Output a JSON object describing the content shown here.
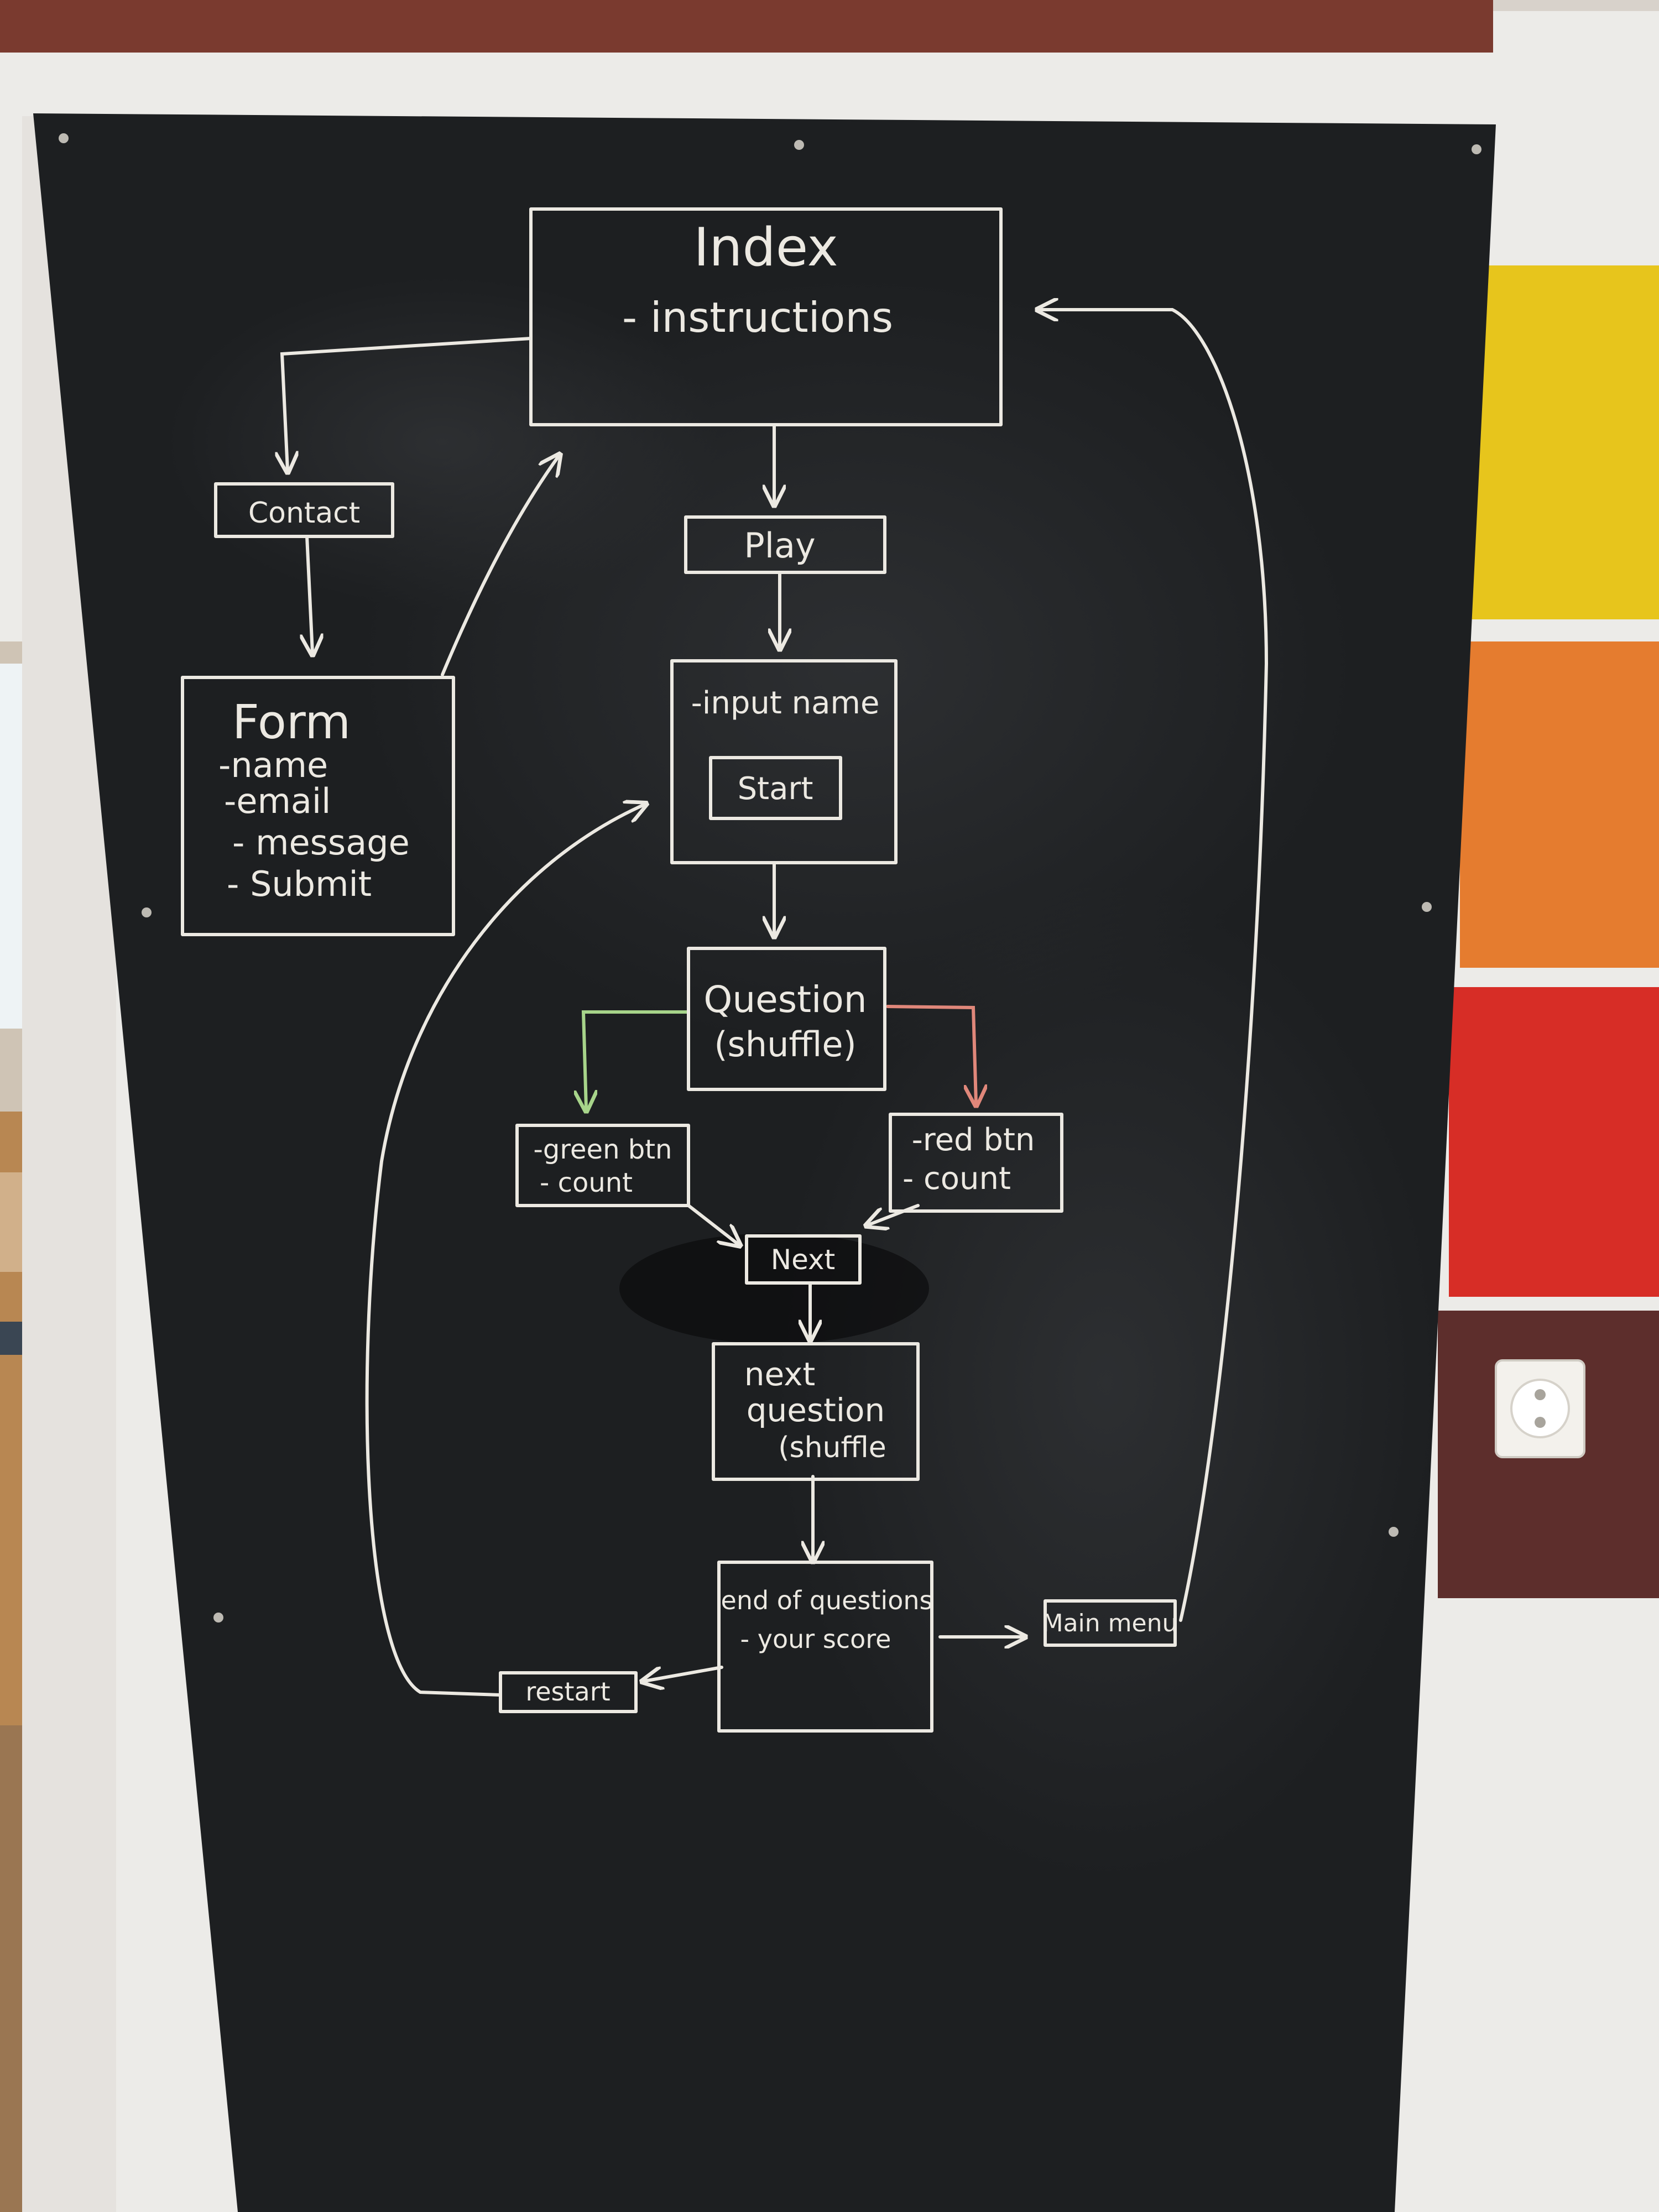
{
  "colors": {
    "chalkboard": "#1d1f21",
    "chalk": "#ece9e2",
    "chalk_green": "#a7d48a",
    "chalk_red": "#e0877a",
    "wall": "#ecebe8",
    "stripe_yellow": "#e7c51c",
    "stripe_orange": "#e57c2f",
    "stripe_red": "#d72d26",
    "stripe_brown": "#5d2e2c"
  },
  "flowchart": {
    "index": {
      "title": "Index",
      "lines": [
        "- instructions"
      ]
    },
    "contact": {
      "label": "Contact"
    },
    "form": {
      "title": "Form",
      "lines": [
        "-name",
        "-email",
        "- message",
        "- Submit"
      ]
    },
    "play": {
      "label": "Play"
    },
    "input": {
      "lines": [
        "-input name"
      ],
      "button": "Start"
    },
    "question": {
      "lines": [
        "Question",
        "(shuffle)"
      ]
    },
    "green_btn": {
      "lines": [
        "-green btn",
        "- count"
      ]
    },
    "red_btn": {
      "lines": [
        "-red btn",
        "- count"
      ]
    },
    "next": {
      "label": "Next"
    },
    "next_question": {
      "lines": [
        "next",
        "question",
        "(shuffle"
      ]
    },
    "end": {
      "lines": [
        "end of questions",
        "- your score"
      ]
    },
    "restart": {
      "label": "restart"
    },
    "main_menu": {
      "label": "Main menu"
    }
  }
}
